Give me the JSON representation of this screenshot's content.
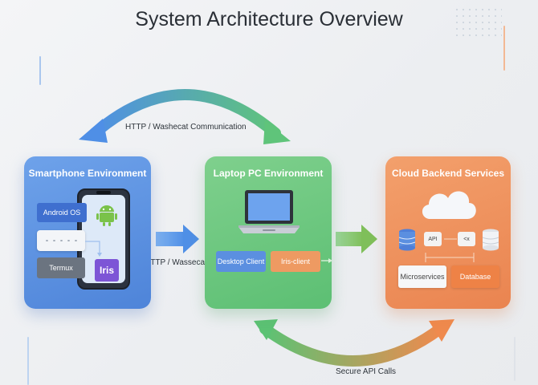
{
  "title": "System Architecture Overview",
  "edges": {
    "top": "HTTP / Washecat Communication",
    "middle": "HTTP / Wassecat",
    "bottom": "Secure API Calls"
  },
  "panels": {
    "smartphone": {
      "title": "Smartphone Environment",
      "android_label": "Android OS",
      "termux_label": "Termux",
      "iris_label": "Iris"
    },
    "laptop": {
      "title": "Laptop PC Environment",
      "desktop_client_label": "Desktop Client",
      "iris_client_label": "Iris-client"
    },
    "cloud": {
      "title": "Cloud Backend Services",
      "api_label": "API",
      "kx_label": "<x",
      "microservices_label": "Microservices",
      "database_label": "Database"
    }
  },
  "colors": {
    "blue": "#5b8fe0",
    "green": "#6cc77e",
    "orange": "#ee8c57"
  }
}
